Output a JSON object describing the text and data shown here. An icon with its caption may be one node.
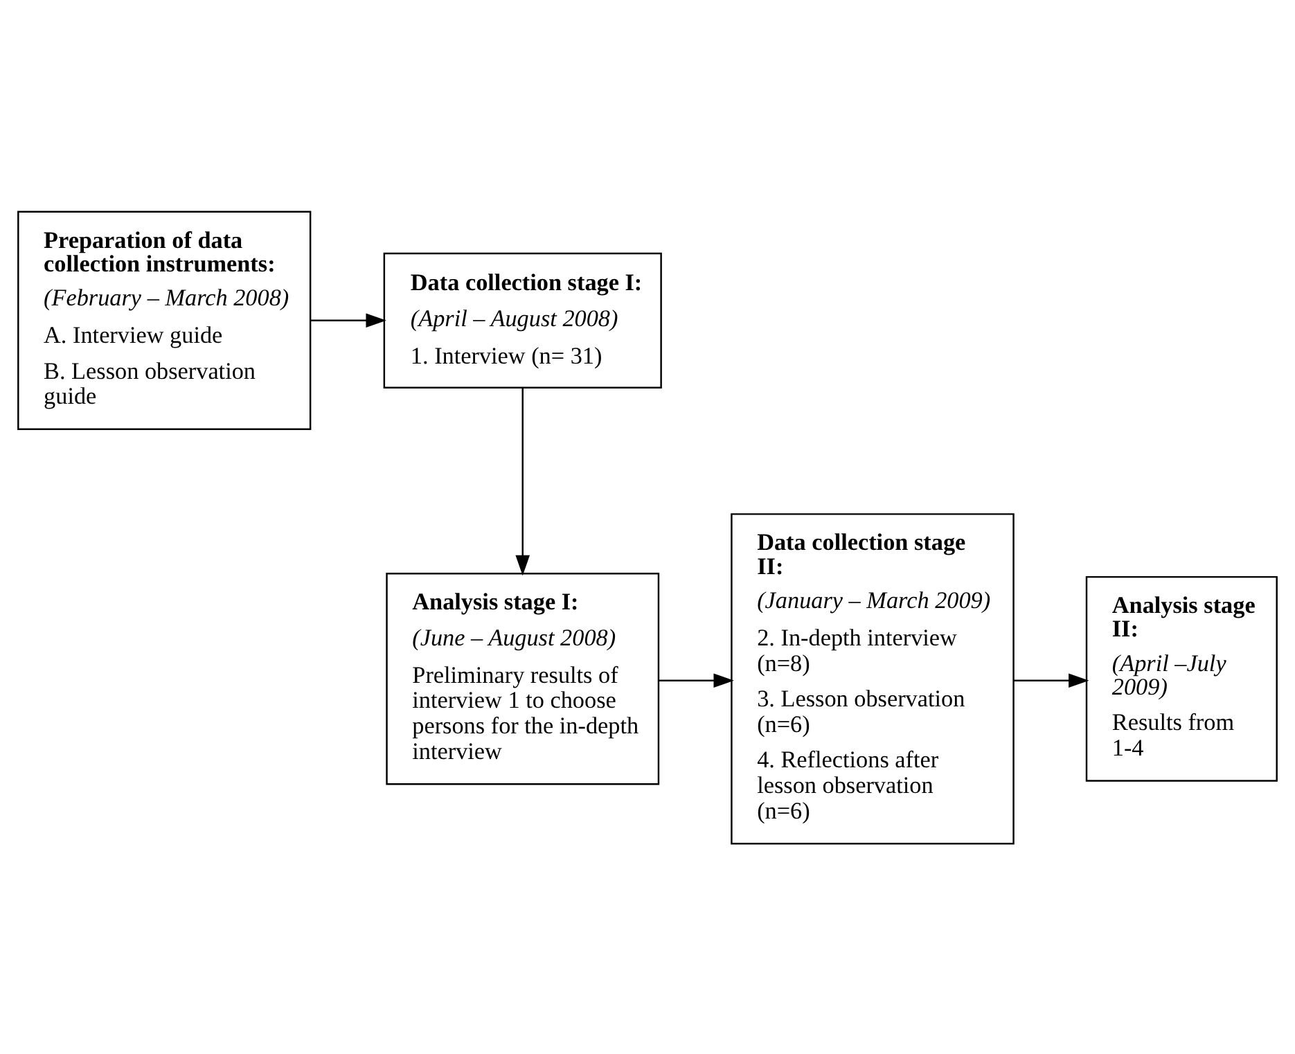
{
  "diagram": {
    "nodes": [
      {
        "text": [
          "Preparation of data collection instruments:",
          "(February – March 2008)",
          "A. Interview guide",
          "B. Lesson observation guide"
        ]
      },
      {
        "text": [
          "Data collection stage I:",
          "(April – August 2008)",
          "1. Interview (n= 31)"
        ]
      },
      {
        "text": [
          "Analysis stage I:",
          "(June – August 2008)",
          "Preliminary results of interview 1 to choose persons for the in-depth interview"
        ]
      },
      {
        "text": [
          "Data collection stage II:",
          "(January – March 2009)",
          "2. In-depth interview (n=8)",
          "3. Lesson observation (n=6)",
          "4. Reflections after lesson observation (n=6)"
        ]
      },
      {
        "text": [
          "Analysis stage II:",
          "(April –July 2009)",
          "Results from 1-4"
        ]
      }
    ],
    "edges": [
      {
        "from": 0,
        "to": 1,
        "arrow": "to"
      },
      {
        "from": 1,
        "to": 2,
        "arrow": "to"
      },
      {
        "from": 2,
        "to": 3,
        "arrow": "to"
      },
      {
        "from": 3,
        "to": 4,
        "arrow": "to"
      }
    ]
  }
}
